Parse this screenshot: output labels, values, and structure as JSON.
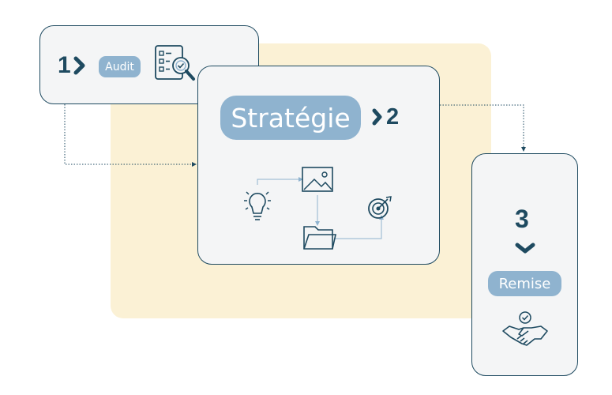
{
  "steps": [
    {
      "number": "1",
      "label": "Audit",
      "icon": "checklist-magnifier-icon"
    },
    {
      "number": "2",
      "label": "Stratégie",
      "icons": [
        "lightbulb-icon",
        "image-icon",
        "folder-icon",
        "target-icon"
      ]
    },
    {
      "number": "3",
      "label": "Remise",
      "icon": "handshake-icon"
    }
  ],
  "colors": {
    "primary": "#1e4a60",
    "accent": "#8fb3cf",
    "background_panel": "#fbf1d5",
    "card": "#f4f5f6"
  }
}
